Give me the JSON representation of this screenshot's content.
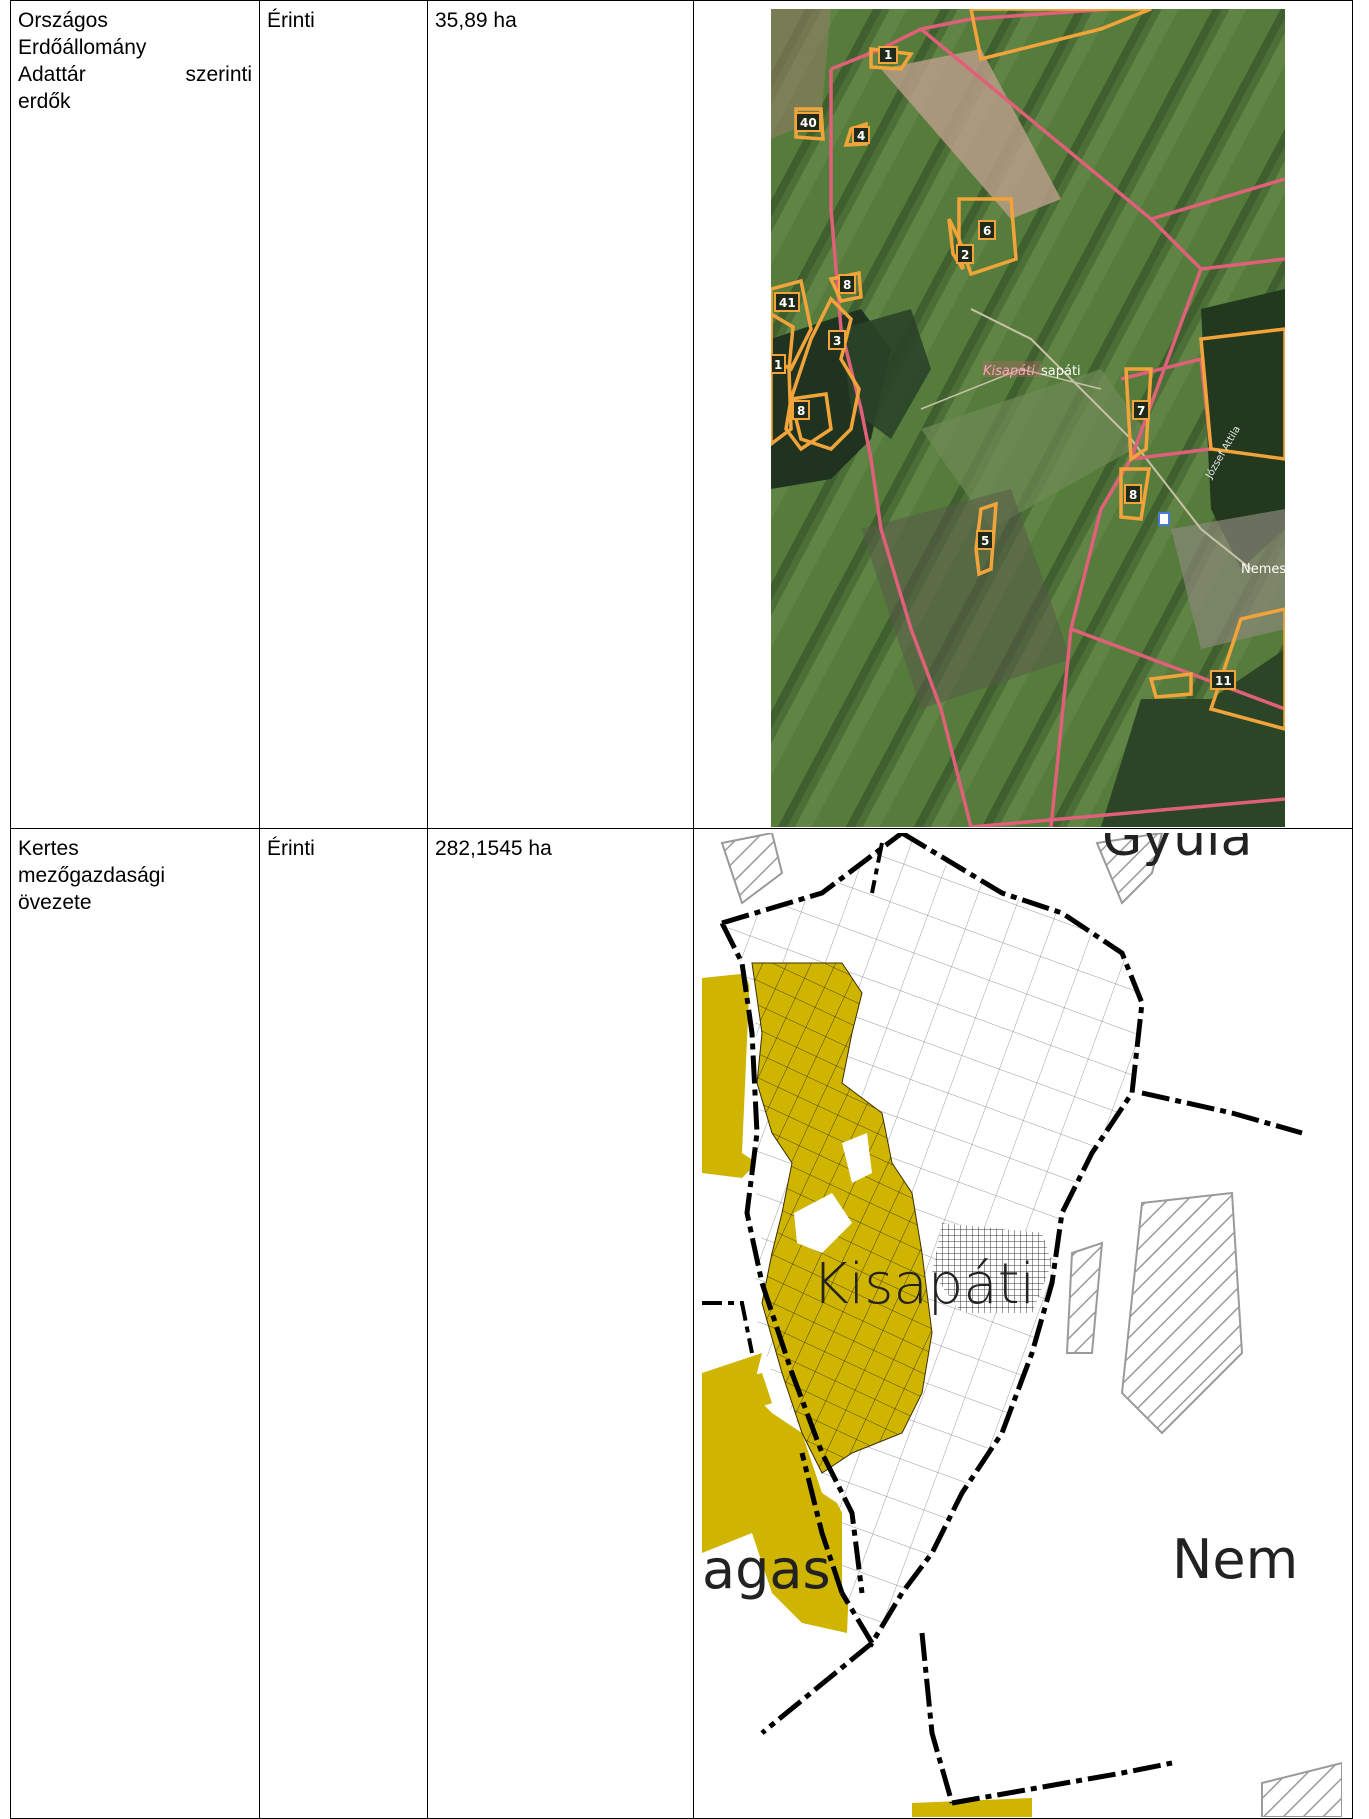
{
  "rows": [
    {
      "label_lines": [
        "Országos",
        "Erdőállomány",
        "Adattár szerinti",
        "erdők"
      ],
      "effect": "Érinti",
      "area": "35,89 ha",
      "map": {
        "type": "satellite",
        "place_label": "Kisapáti",
        "place_label_suffix": "sapáti",
        "street_label": "József Attila",
        "neighbor_label": "Nemesgu",
        "forest_parcel_numbers": [
          "1",
          "40",
          "4",
          "6",
          "2",
          "8",
          "41",
          "3",
          "1",
          "8",
          "7",
          "8",
          "5",
          "11"
        ],
        "colors": {
          "boundary": "#e0607a",
          "forest_outline": "#f2a43a",
          "field": "#4a6e36"
        }
      }
    },
    {
      "label_lines": [
        "Kertes",
        "mezőgazdasági",
        "övezete"
      ],
      "effect": "Érinti",
      "area": "282,1545 ha",
      "map": {
        "type": "zoning-plan",
        "place_label": "Kisapáti",
        "top_label": "Gyula",
        "left_label": "agas",
        "right_label": "Nem",
        "colors": {
          "zone_fill": "#cfb400",
          "hatch": "#9a9a9a",
          "boundary": "#000000"
        }
      }
    }
  ]
}
